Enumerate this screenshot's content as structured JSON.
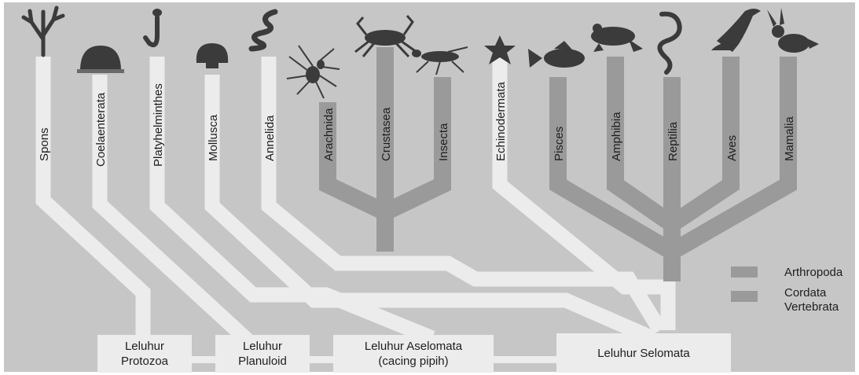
{
  "diagram": {
    "colors": {
      "background": "#c6c6c6",
      "light_branch": "#ececec",
      "dark_branch": "#9a9a9a",
      "animal_silhouette": "#3b3b3b"
    },
    "branches": [
      {
        "label": "Spons",
        "group": "light",
        "icon": "coral-icon"
      },
      {
        "label": "Coelaenterata",
        "group": "light",
        "icon": "jellyfish-icon"
      },
      {
        "label": "Platyhelminthes",
        "group": "light",
        "icon": "flatworm-icon"
      },
      {
        "label": "Mollusca",
        "group": "light",
        "icon": "shell-icon"
      },
      {
        "label": "Annelida",
        "group": "light",
        "icon": "worm-icon"
      },
      {
        "label": "Arachnida",
        "group": "arthropoda",
        "icon": "spider-icon"
      },
      {
        "label": "Crustasea",
        "group": "arthropoda",
        "icon": "crab-icon"
      },
      {
        "label": "Insecta",
        "group": "arthropoda",
        "icon": "insect-icon"
      },
      {
        "label": "Echinodermata",
        "group": "light",
        "icon": "starfish-icon"
      },
      {
        "label": "Pisces",
        "group": "cordata",
        "icon": "fish-icon"
      },
      {
        "label": "Amphibia",
        "group": "cordata",
        "icon": "frog-icon"
      },
      {
        "label": "Reptilia",
        "group": "cordata",
        "icon": "snake-icon"
      },
      {
        "label": "Aves",
        "group": "cordata",
        "icon": "bird-icon"
      },
      {
        "label": "Mamalia",
        "group": "cordata",
        "icon": "rabbit-icon"
      }
    ],
    "ancestors": [
      {
        "line1": "Leluhur",
        "line2": "Protozoa"
      },
      {
        "line1": "Leluhur",
        "line2": "Planuloid"
      },
      {
        "line1": "Leluhur Aselomata",
        "line2": "(cacing pipih)"
      },
      {
        "line1": "Leluhur Selomata",
        "line2": ""
      }
    ],
    "legend": [
      {
        "label": "Arthropoda",
        "line2": ""
      },
      {
        "label": "Cordata",
        "line2": "Vertebrata"
      }
    ]
  }
}
